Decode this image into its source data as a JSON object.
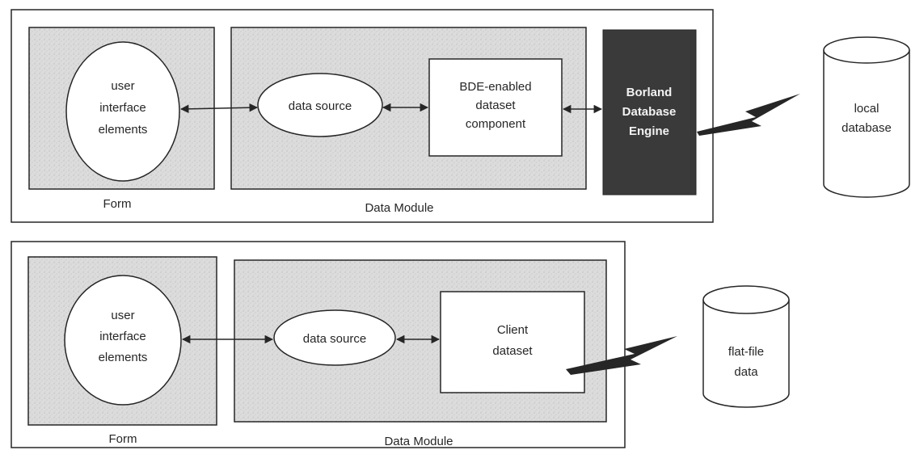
{
  "diagram1": {
    "form_label": "Form",
    "data_module_label": "Data Module",
    "ui_elements": [
      "user",
      "interface",
      "elements"
    ],
    "data_source": "data source",
    "dataset": [
      "BDE-enabled",
      "dataset",
      "component"
    ],
    "engine": [
      "Borland",
      "Database",
      "Engine"
    ],
    "database": [
      "local",
      "database"
    ]
  },
  "diagram2": {
    "form_label": "Form",
    "data_module_label": "Data Module",
    "ui_elements": [
      "user",
      "interface",
      "elements"
    ],
    "data_source": "data source",
    "dataset": [
      "Client",
      "dataset"
    ],
    "database": [
      "flat-file",
      "data"
    ]
  },
  "colors": {
    "panel_fill": "#d9d9d9",
    "engine_fill": "#3a3a3a",
    "stroke": "#262626"
  }
}
